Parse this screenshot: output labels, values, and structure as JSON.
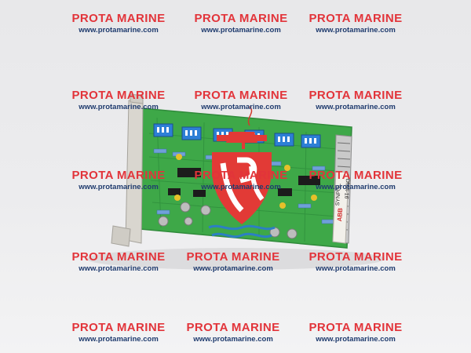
{
  "watermark": {
    "brand": "PROTA MARINE",
    "url": "www.protamarine.com",
    "brand_color": "#e2343a",
    "url_color": "#1f3b6e"
  },
  "board": {
    "manufacturer": "ABB",
    "label_model": "DMA-16",
    "label_system": "SYNPOL",
    "pcb_color": "#3ea848",
    "front_panel_color": "#d9d6cf"
  },
  "logo": {
    "color": "#e23a36",
    "wave_color": "#2c7fc3"
  }
}
